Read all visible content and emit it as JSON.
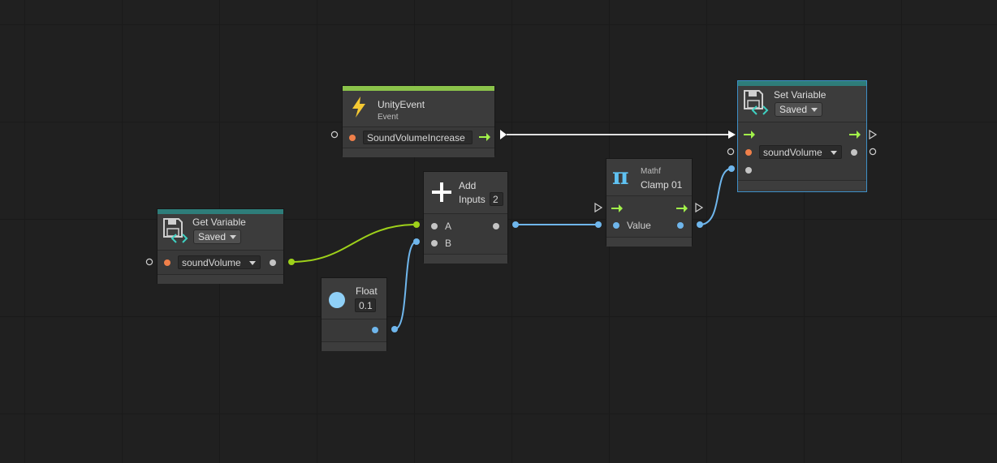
{
  "colors": {
    "event_bar": "#8bc34a",
    "variable_bar": "#2e7d7a",
    "selected_outline": "#3e8fc7",
    "flow_wire": "#e0e0e0",
    "float_wire": "#6fb6ec",
    "number_wire": "#9ed11a",
    "control_arrow": "#a2f24a"
  },
  "nodes": {
    "unity_event": {
      "icon": "lightning-icon",
      "title": "UnityEvent",
      "subtitle": "Event",
      "event_name": "SoundVolumeIncrease"
    },
    "set_variable": {
      "icon": "save-variable-icon",
      "title": "Set Variable",
      "scope": "Saved",
      "variable_name": "soundVolume"
    },
    "get_variable": {
      "icon": "save-variable-icon",
      "title": "Get Variable",
      "scope": "Saved",
      "variable_name": "soundVolume"
    },
    "add": {
      "icon": "plus-icon",
      "title": "Add",
      "inputs_label": "Inputs",
      "inputs_count": "2",
      "input_a": "A",
      "input_b": "B"
    },
    "clamp": {
      "icon": "pi-icon",
      "category": "Mathf",
      "title": "Clamp 01",
      "input_value": "Value"
    },
    "float_literal": {
      "icon": "circle-icon",
      "title": "Float",
      "value": "0.1"
    }
  }
}
